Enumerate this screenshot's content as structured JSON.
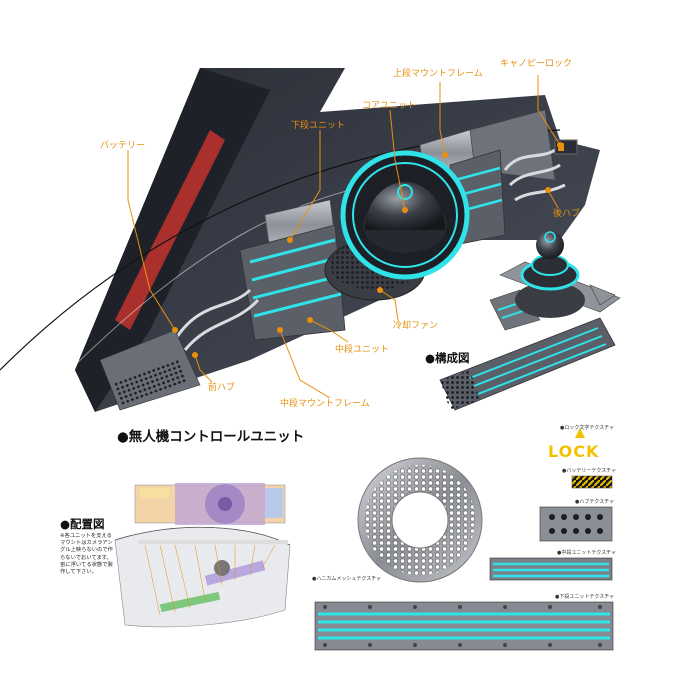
{
  "main_title": "●無人機コントロールユニット",
  "config_title": "●構成図",
  "layout_title": "●配置図",
  "layout_note": [
    "※各ユニットを支える",
    "マウントはカメラアン",
    "グル上映らないので作",
    "らないでおいてます。",
    "宙に浮いてる状態で製",
    "作して下さい。"
  ],
  "callouts": {
    "battery": "バッテリー",
    "lower_unit": "下段ユニット",
    "core_unit": "コアユニット",
    "upper_mount_frame": "上段マウントフレーム",
    "canopy_lock": "キャノピーロック",
    "rear_hub": "後ハブ",
    "cooling_fan": "冷却ファン",
    "middle_unit": "中段ユニット",
    "front_hub": "前ハブ",
    "middle_mount_frame": "中段マウントフレーム"
  },
  "textures": {
    "lock_text": "●ロック文字テクスチャ",
    "lock_word": "LOCK",
    "battery": "●バッテリーテクスチャ",
    "hub": "●ハブテクスチャ",
    "middle_unit": "●中段ユニットテクスチャ",
    "honeycomb_mesh": "●ハニカムメッシュテクスチャ",
    "lower_unit": "●下段ユニットテクスチャ"
  },
  "colors": {
    "callout_orange": "#e8900e",
    "cyan_glow": "#2fe3e8",
    "hull_dark": "#3b3f4a",
    "lock_yellow": "#f2c200"
  }
}
